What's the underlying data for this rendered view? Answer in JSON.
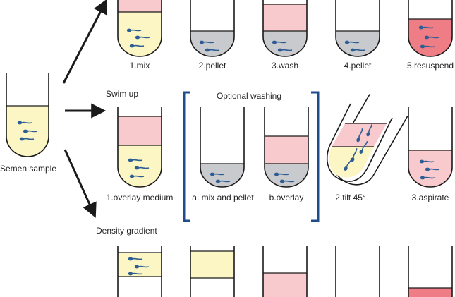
{
  "colors": {
    "outline": "#1a1a1a",
    "semen": "#fbf6c4",
    "medium": "#f8c9cd",
    "medium_dark": "#ef7d86",
    "pellet": "#c9cacd",
    "sperm": "#2e5d93",
    "bracket": "#1f4d8c",
    "arrow": "#1a1a1a"
  },
  "labels": {
    "semen_sample": "Semen sample",
    "swim_up": "Swim up",
    "density_gradient": "Density gradient",
    "optional_washing": "Optional washing"
  },
  "wash_row": {
    "steps": [
      "1.mix",
      "2.pellet",
      "3.wash",
      "4.pellet",
      "5.resuspend"
    ]
  },
  "swim_row": {
    "steps": [
      "1.overlay medium",
      "a. mix and pellet",
      "b.overlay",
      "2.tilt 45°",
      "3.aspirate"
    ]
  }
}
